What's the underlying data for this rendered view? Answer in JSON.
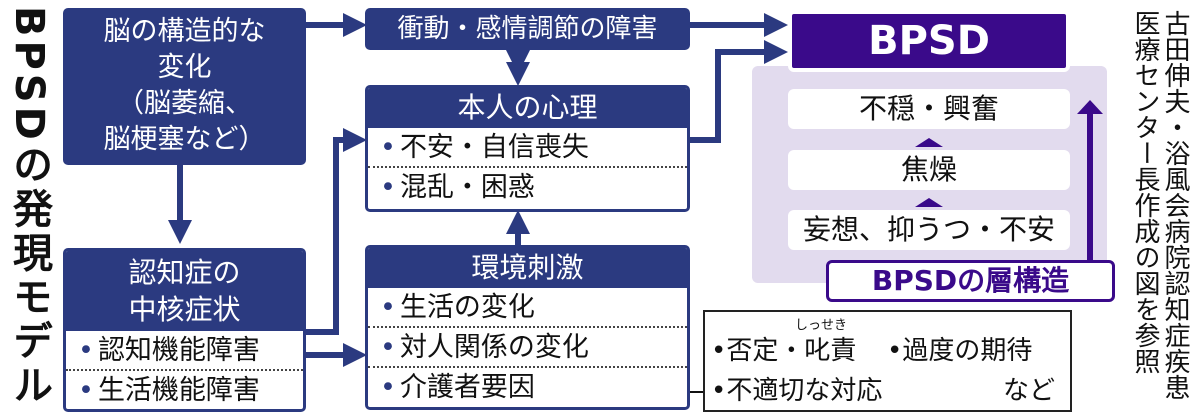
{
  "title": "BPSDの発現モデル",
  "brain_box": {
    "line1": "脳の構造的な",
    "line2": "変化",
    "line3": "（脳萎縮、",
    "line4": "脳梗塞など）"
  },
  "core_box": {
    "header1": "認知症の",
    "header2": "中核症状",
    "items": [
      "認知機能障害",
      "生活機能障害"
    ]
  },
  "impulse_box": {
    "label": "衝動・感情調節の障害"
  },
  "psych_box": {
    "header": "本人の心理",
    "items": [
      "不安・自信喪失",
      "混乱・困惑"
    ]
  },
  "env_box": {
    "header": "環境刺激",
    "items": [
      "生活の変化",
      "対人関係の変化",
      "介護者要因"
    ]
  },
  "bpsd_box": {
    "label": "BPSD"
  },
  "layers": [
    "不穏・興奮",
    "焦燥",
    "妄想、抑うつ・不安"
  ],
  "layer_label": "BPSDの層構造",
  "note": {
    "ruby": "しっせき",
    "item1": "•否定・叱責",
    "item2": "•過度の期待",
    "item3": "•不適切な対応",
    "item4": "など"
  },
  "credit": "古田伸夫・浴風会病院認知症疾患医療センター長作成の図を参照",
  "colors": {
    "navy": "#2b3a80",
    "purple": "#3a0a8a",
    "lavender": "#e2dbee"
  }
}
